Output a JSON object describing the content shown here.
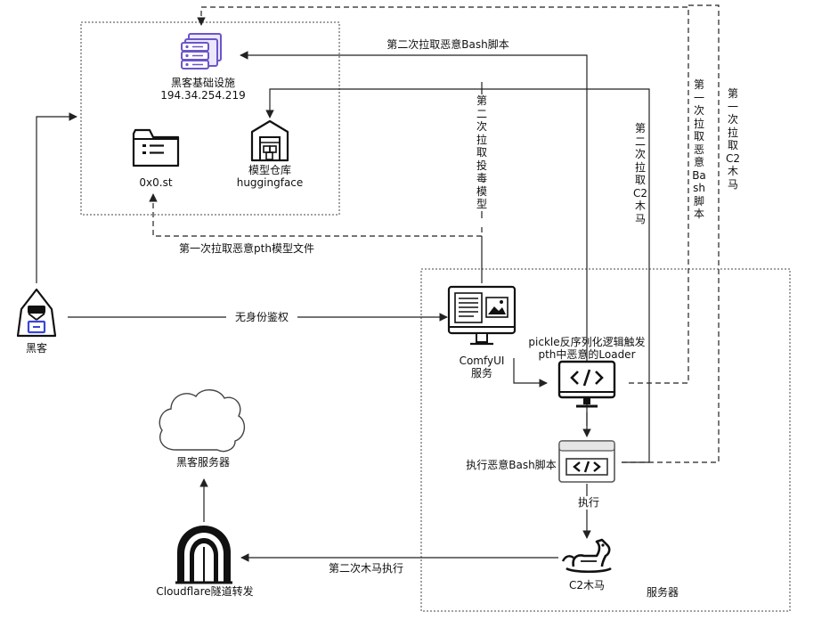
{
  "nodes": {
    "infra_label": "黑客基础设施",
    "infra_ip": "194.34.254.219",
    "file_label": "0x0.st",
    "repo_label": "模型仓库",
    "repo_sub": "huggingface",
    "hacker_label": "黑客",
    "comfy_label": "ComfyUI",
    "comfy_sub": "服务",
    "pickle_label": "pickle反序列化逻辑触发",
    "pickle_sub": "pth中恶意的Loader",
    "exec_label": "执行恶意Bash脚本",
    "c2_label": "C2木马",
    "server_label": "服务器",
    "cloud_label": "黑客服务器",
    "tunnel_label": "Cloudflare隧道转发"
  },
  "edges": {
    "no_auth": "无身份鉴权",
    "first_pth": "第一次拉取恶意pth模型文件",
    "second_bash_top": "第二次拉取恶意Bash脚本",
    "second_poison": "第二次拉取投毒模型",
    "second_c2": "第二次拉取C2木马",
    "first_bash": "第一次拉取恶意Bash脚本",
    "first_c2": "第一次拉取C2木马",
    "exec": "执行",
    "second_trojan": "第二次木马执行"
  },
  "colors": {
    "line": "#222222",
    "server_icon": "#6b56c9",
    "accent": "#3a46d6"
  }
}
